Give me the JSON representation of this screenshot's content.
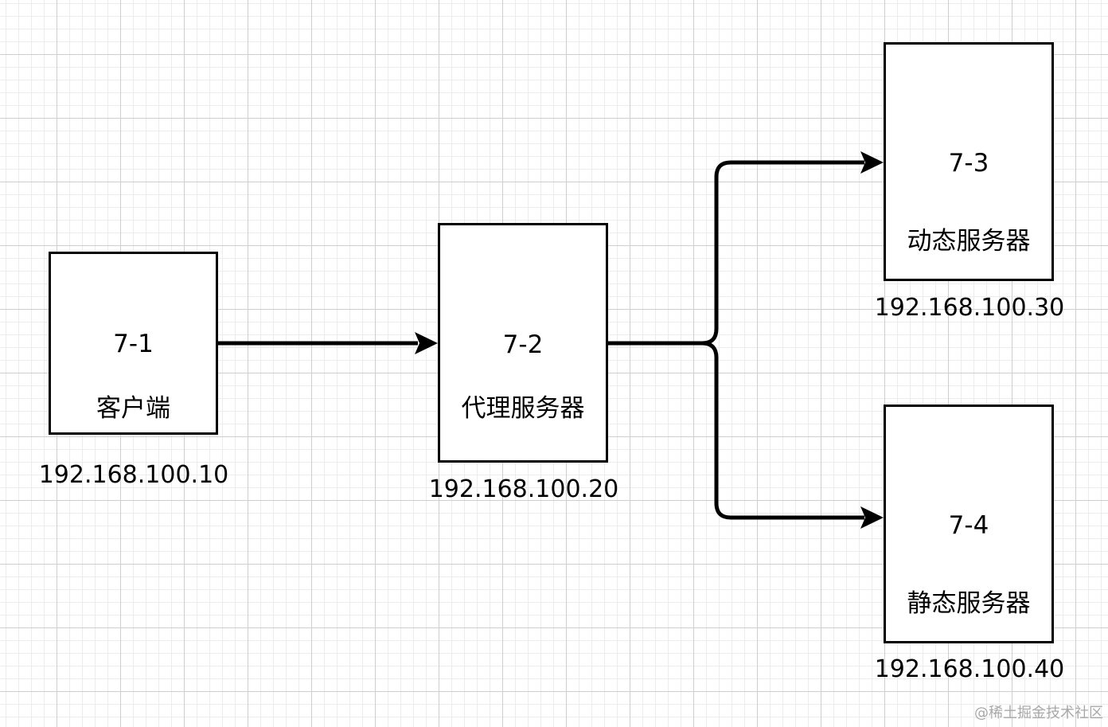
{
  "nodes": {
    "client": {
      "id": "7-1",
      "label": "客户端",
      "ip": "192.168.100.10"
    },
    "proxy": {
      "id": "7-2",
      "label": "代理服务器",
      "ip": "192.168.100.20"
    },
    "dynamic": {
      "id": "7-3",
      "label": "动态服务器",
      "ip": "192.168.100.30"
    },
    "static": {
      "id": "7-4",
      "label": "静态服务器",
      "ip": "192.168.100.40"
    }
  },
  "edges": [
    {
      "from": "7-1",
      "to": "7-2"
    },
    {
      "from": "7-2",
      "to": "7-3"
    },
    {
      "from": "7-2",
      "to": "7-4"
    }
  ],
  "watermark": "@稀土掘金技术社区",
  "colors": {
    "stroke": "#000000",
    "grid": "#cfcfcf",
    "watermark": "#a8a8a8"
  }
}
